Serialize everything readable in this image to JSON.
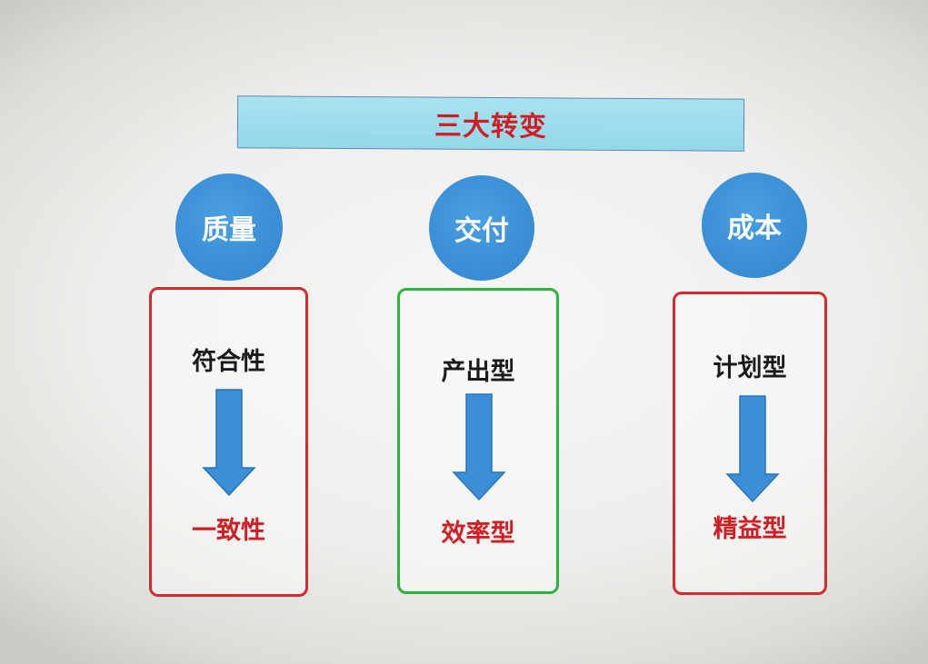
{
  "title": "三大转变",
  "columns": [
    {
      "circle_label": "质量",
      "from": "符合性",
      "to": "一致性",
      "border_color": "#d52b2f"
    },
    {
      "circle_label": "交付",
      "from": "产出型",
      "to": "效率型",
      "border_color": "#2cb43f"
    },
    {
      "circle_label": "成本",
      "from": "计划型",
      "to": "精益型",
      "border_color": "#d52b2f"
    }
  ],
  "colors": {
    "title_fill": "#9fdcec",
    "title_text": "#cf1f25",
    "circle_fill": "#3a8fd6",
    "arrow_fill": "#3a8fd6",
    "result_text": "#cf1f25"
  }
}
